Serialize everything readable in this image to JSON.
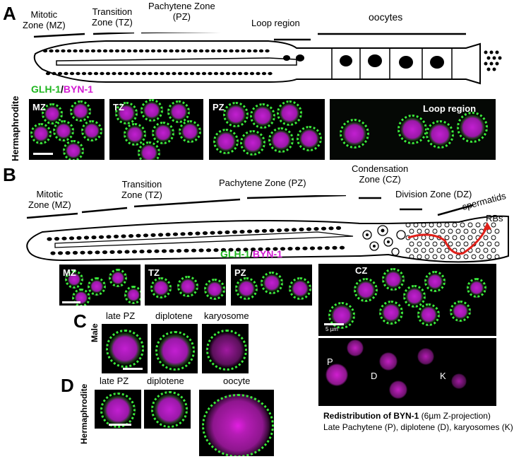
{
  "panels": {
    "A": {
      "letter": "A",
      "zones": {
        "mz": "Mitotic\nZone (MZ)",
        "tz": "Transition\nZone (TZ)",
        "pz": "Pachytene Zone\n(PZ)",
        "loop": "Loop region",
        "oocytes": "oocytes"
      },
      "side_label": "Hermaphrodite",
      "legend_green": "GLH-1",
      "legend_sep": "/",
      "legend_mag": "BYN-1",
      "images": [
        "MZ",
        "TZ",
        "PZ",
        "Loop region"
      ]
    },
    "B": {
      "letter": "B",
      "zones": {
        "mz": "Mitotic\nZone (MZ)",
        "tz": "Transition\nZone (TZ)",
        "pz": "Pachytene Zone (PZ)",
        "cz": "Condensation\nZone (CZ)",
        "dz": "Division Zone (DZ)",
        "spermatids": "spermatids",
        "rbs": "RBs"
      },
      "legend_green": "GLH-1",
      "legend_sep": "/",
      "legend_mag": "BYN-1",
      "images": [
        "MZ",
        "TZ",
        "PZ",
        "CZ"
      ],
      "scale_label": "5 µm",
      "stage_letters": [
        "P",
        "D",
        "K"
      ]
    },
    "C": {
      "letter": "C",
      "side_label": "Male",
      "stages": [
        "late PZ",
        "diplotene",
        "karyosome"
      ]
    },
    "D": {
      "letter": "D",
      "side_label": "Hermaphrodite",
      "stages": [
        "late PZ",
        "diplotene",
        "oocyte"
      ]
    }
  },
  "caption": {
    "title_bold": "Redistribution of BYN-1",
    "title_rest": " (6µm Z-projection)",
    "line2": "Late Pachytene (P), diplotene (D), karyosomes (K)"
  },
  "colors": {
    "green": "#22d02a",
    "magenta": "#c21fd1",
    "red_arrow": "#e0201a"
  }
}
